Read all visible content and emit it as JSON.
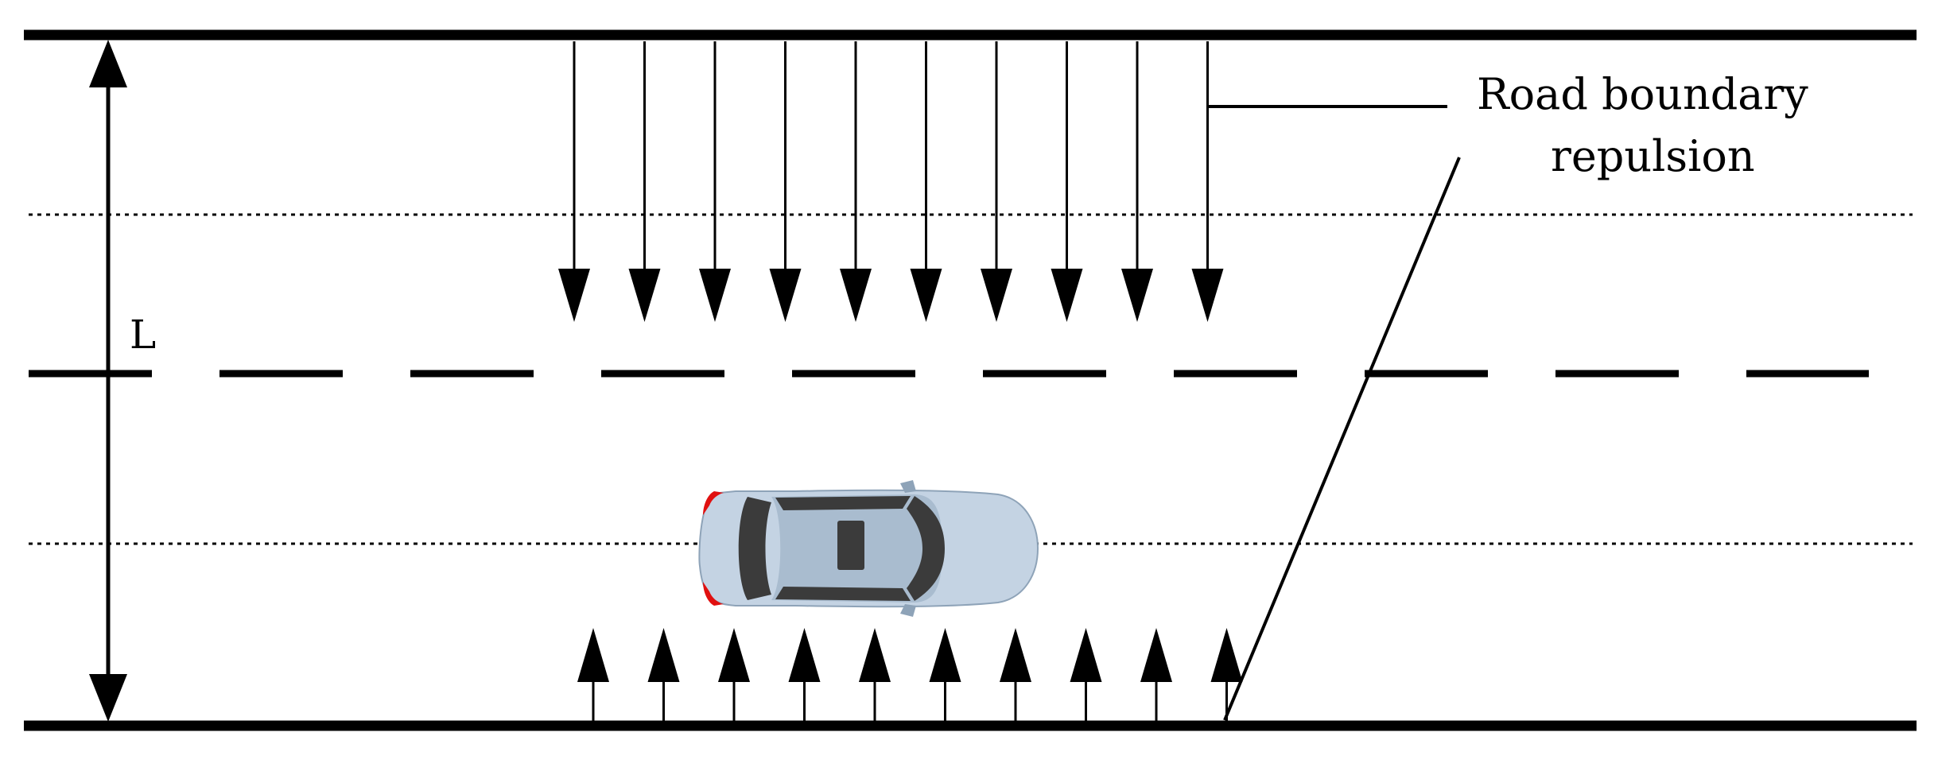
{
  "labels": {
    "width_label": "L",
    "annotation_line1": "Road boundary",
    "annotation_line2": "repulsion"
  },
  "colors": {
    "line": "#000000",
    "car_body": "#c4d3e3",
    "car_roof": "#3b3b3b",
    "car_taillight": "#e01010",
    "background": "#ffffff"
  },
  "diagram": {
    "top_arrow_count": 10,
    "bottom_arrow_count": 10
  }
}
